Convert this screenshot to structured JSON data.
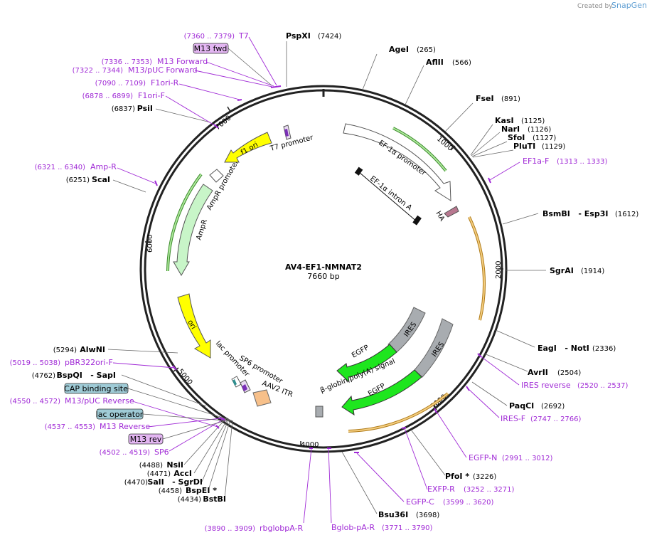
{
  "header": {
    "created_by": "Created by",
    "brand": "SnapGene"
  },
  "plasmid": {
    "name": "AV4-EF1-NMNAT2",
    "length_label": "7660 bp"
  },
  "ticks": [
    "1000",
    "2000",
    "3000",
    "4000",
    "5000",
    "6000",
    "7000"
  ],
  "sites": [
    {
      "name": "PspXI",
      "pos": "(7424)"
    },
    {
      "name": "AgeI",
      "pos": "(265)"
    },
    {
      "name": "AflII",
      "pos": "(566)"
    },
    {
      "name": "FseI",
      "pos": "(891)"
    },
    {
      "name": "KasI",
      "pos": "(1125)"
    },
    {
      "name": "NarI",
      "pos": "(1126)"
    },
    {
      "name": "SfoI",
      "pos": "(1127)"
    },
    {
      "name": "PluTI",
      "pos": "(1129)"
    },
    {
      "name": "BsmBI   - Esp3I",
      "pos": "(1612)"
    },
    {
      "name": "SgrAI",
      "pos": "(1914)"
    },
    {
      "name": "EagI   - NotI",
      "pos": "(2336)"
    },
    {
      "name": "AvrII",
      "pos": "(2504)"
    },
    {
      "name": "PaqCI",
      "pos": "(2692)"
    },
    {
      "name": "PfoI *",
      "pos": "(3226)"
    },
    {
      "name": "Bsu36I",
      "pos": "(3698)"
    },
    {
      "name": "BstBI",
      "pos": "(4434)"
    },
    {
      "name": "BspEI *",
      "pos": "(4458)"
    },
    {
      "name": "SalI   - SgrDI",
      "pos": "(4470)"
    },
    {
      "name": "AccI",
      "pos": "(4471)"
    },
    {
      "name": "NsiI",
      "pos": "(4488)"
    },
    {
      "name": "BspQI   - SapI",
      "pos": "(4762)"
    },
    {
      "name": "AlwNI",
      "pos": "(5294)"
    },
    {
      "name": "ScaI",
      "pos": "(6251)"
    },
    {
      "name": "PsiI",
      "pos": "(6837)"
    }
  ],
  "primers": [
    {
      "name": "T7",
      "pos": "(7360 .. 7379)"
    },
    {
      "name": "M13 Forward",
      "pos": "(7336 .. 7353)"
    },
    {
      "name": "M13/pUC Forward",
      "pos": "(7322 .. 7344)"
    },
    {
      "name": "F1ori-R",
      "pos": "(7090 .. 7109)"
    },
    {
      "name": "F1ori-F",
      "pos": "(6878 .. 6899)"
    },
    {
      "name": "Amp-R",
      "pos": "(6321 .. 6340)"
    },
    {
      "name": "EF1a-F",
      "pos": "(1313 .. 1333)"
    },
    {
      "name": "IRES reverse",
      "pos": "(2520 .. 2537)"
    },
    {
      "name": "IRES-F",
      "pos": "(2747 .. 2766)"
    },
    {
      "name": "EGFP-N",
      "pos": "(2991 .. 3012)"
    },
    {
      "name": "EXFP-R",
      "pos": "(3252 .. 3271)"
    },
    {
      "name": "EGFP-C",
      "pos": "(3599 .. 3620)"
    },
    {
      "name": "Bglob-pA-R",
      "pos": "(3771 .. 3790)"
    },
    {
      "name": "rbglobpA-R",
      "pos": "(3890 .. 3909)"
    },
    {
      "name": "pBR322ori-F",
      "pos": "(5019 .. 5038)"
    },
    {
      "name": "M13/pUC Reverse",
      "pos": "(4550 .. 4572)"
    },
    {
      "name": "M13 Reverse",
      "pos": "(4537 .. 4553)"
    },
    {
      "name": "SP6",
      "pos": "(4502 .. 4519)"
    }
  ],
  "boxed_labels": [
    {
      "name": "M13 fwd",
      "fill": "#e3b6f2"
    },
    {
      "name": "CAP binding site",
      "fill": "#9fcbd6"
    },
    {
      "name": "lac operator",
      "fill": "#9fcbd6"
    },
    {
      "name": "M13 rev",
      "fill": "#e3b6f2"
    }
  ],
  "features": [
    {
      "name": "EF-1α promoter"
    },
    {
      "name": "EF-1α intron A"
    },
    {
      "name": "HA"
    },
    {
      "name": "IRES"
    },
    {
      "name": "EGFP"
    },
    {
      "name": "IRES"
    },
    {
      "name": "EGFP"
    },
    {
      "name": "β-globin poly(A) signal"
    },
    {
      "name": "AAV2 ITR"
    },
    {
      "name": "SP6 promoter"
    },
    {
      "name": "lac promoter"
    },
    {
      "name": "ori"
    },
    {
      "name": "AmpR"
    },
    {
      "name": "AmpR promoter"
    },
    {
      "name": "f1 ori"
    },
    {
      "name": "T7 promoter"
    }
  ],
  "colors": {
    "backbone": "#222222",
    "primer": "#a02ad6",
    "cds_green": "#1ee61e",
    "ires_gray": "#a8acb0",
    "ori_yellow": "#ffff00",
    "ampr_green": "#c8f5c8",
    "itr_orange": "#f7c08a"
  }
}
